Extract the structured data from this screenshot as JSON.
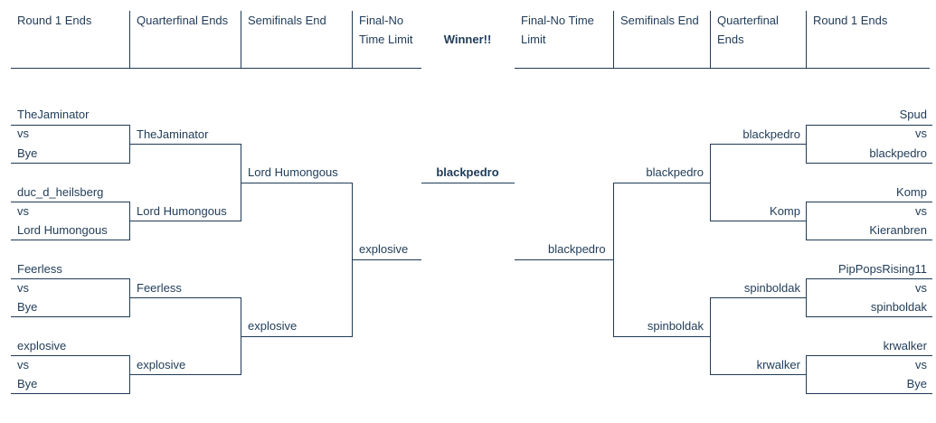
{
  "headers": {
    "left": {
      "round1": "Round 1 Ends",
      "quarterfinal": "Quarterfinal Ends",
      "semifinal": "Semifinals End",
      "final": "Final-No Time Limit"
    },
    "winner": "Winner!!",
    "right": {
      "final": "Final-No Time Limit",
      "semifinal": "Semifinals End",
      "quarterfinal": "Quarterfinal Ends",
      "round1": "Round 1 Ends"
    }
  },
  "vs_label": "vs",
  "left": {
    "round1": [
      {
        "top": "TheJaminator",
        "bottom": "Bye"
      },
      {
        "top": "duc_d_heilsberg",
        "bottom": "Lord Humongous"
      },
      {
        "top": "Feerless",
        "bottom": "Bye"
      },
      {
        "top": "explosive",
        "bottom": "Bye"
      }
    ],
    "quarterfinal": [
      "TheJaminator",
      "Lord Humongous",
      "Feerless",
      "explosive"
    ],
    "semifinal": [
      "Lord Humongous",
      "explosive"
    ],
    "final": "explosive"
  },
  "winner": "blackpedro",
  "right": {
    "round1": [
      {
        "top": "Spud",
        "bottom": "blackpedro"
      },
      {
        "top": "Komp",
        "bottom": "Kieranbren"
      },
      {
        "top": "PipPopsRising11",
        "bottom": "spinboldak"
      },
      {
        "top": "krwalker",
        "bottom": "Bye"
      }
    ],
    "quarterfinal": [
      "blackpedro",
      "Komp",
      "spinboldak",
      "krwalker"
    ],
    "semifinal": [
      "blackpedro",
      "spinboldak"
    ],
    "final": "blackpedro"
  }
}
